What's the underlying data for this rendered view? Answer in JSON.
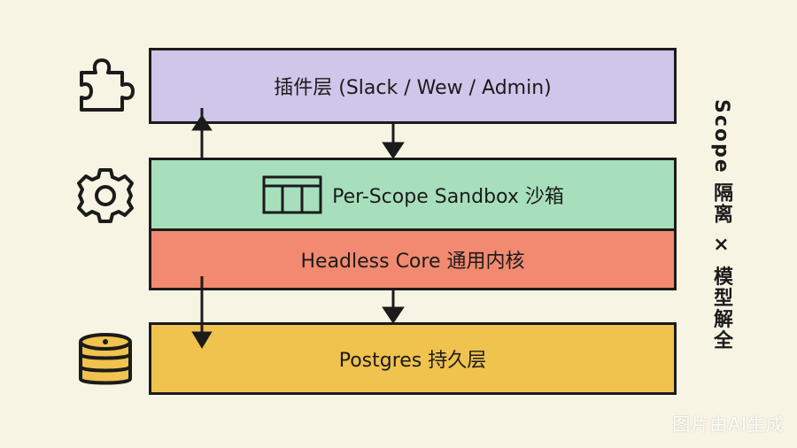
{
  "layers": {
    "plugins": "插件层 (Slack / Wew / Admin)",
    "sandbox": "Per-Scope Sandbox 沙箱",
    "core": "Headless Core 通用内核",
    "postgres": "Postgres 持久层"
  },
  "side_caption": "Scope 隔离 × 模型解全",
  "icons": {
    "plugins": "puzzle-icon",
    "sandbox": "gear-icon",
    "postgres": "database-icon",
    "sandbox_inline": "table-grid-icon"
  },
  "colors": {
    "background": "#f8f4e4",
    "plugins": "#cfc6ea",
    "sandbox": "#a7dfbd",
    "core": "#f18a70",
    "postgres": "#f0c24e",
    "stroke": "#1b1b1b"
  },
  "watermark": "图片由AI生成"
}
